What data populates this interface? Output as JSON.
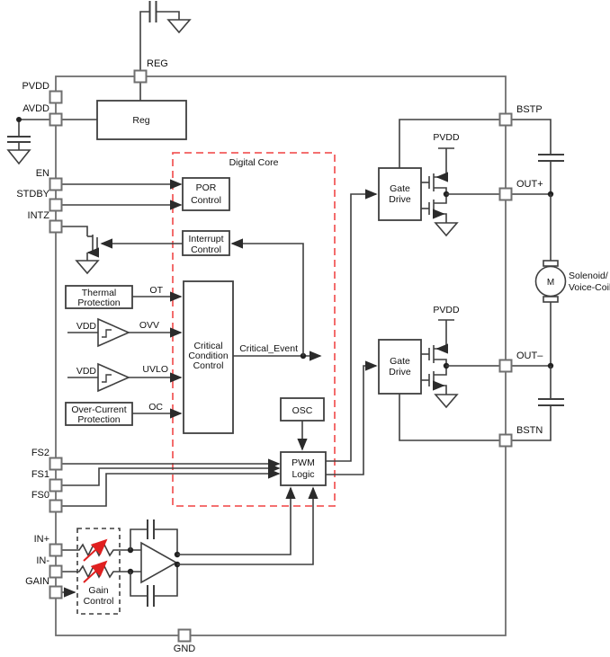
{
  "colors": {
    "wire": "#3f3f3f",
    "chip_boundary": "#6f6f6f",
    "digital_core_dashed": "#f25c5c",
    "variable_resistor_arrow": "#e02020",
    "background": "#ffffff"
  },
  "chip": {
    "pins_left": [
      "PVDD",
      "AVDD",
      "EN",
      "STDBY",
      "INTZ",
      "FS2",
      "FS1",
      "FS0",
      "IN+",
      "IN-",
      "GAIN"
    ],
    "pins_right": [
      "BSTP",
      "OUT+",
      "OUT–",
      "BSTN"
    ],
    "pin_top": "REG",
    "pin_bottom": "GND"
  },
  "regions": {
    "digital_core": "Digital Core"
  },
  "blocks": {
    "reg": "Reg",
    "por_control": [
      "POR",
      "Control"
    ],
    "interrupt_control": [
      "Interrupt",
      "Control"
    ],
    "thermal_protection": [
      "Thermal",
      "Protection"
    ],
    "critical_condition_control": [
      "Critical",
      "Condition",
      "Control"
    ],
    "over_current_protection": [
      "Over-Current",
      "Protection"
    ],
    "osc": "OSC",
    "pwm_logic": [
      "PWM",
      "Logic"
    ],
    "gate_drive_top": [
      "Gate",
      "Drive"
    ],
    "gate_drive_bottom": [
      "Gate",
      "Drive"
    ],
    "gain_control": [
      "Gain",
      "Control"
    ]
  },
  "signals": {
    "ot": "OT",
    "ovv": "OVV",
    "uvlo": "UVLO",
    "oc": "OC",
    "critical_event": "Critical_Event",
    "vdd_ovv": "VDD",
    "vdd_uvlo": "VDD",
    "pvdd_top": "PVDD",
    "pvdd_bottom": "PVDD"
  },
  "load": {
    "motor_symbol": "M",
    "label": [
      "Solenoid/",
      "Voice-Coil"
    ]
  }
}
